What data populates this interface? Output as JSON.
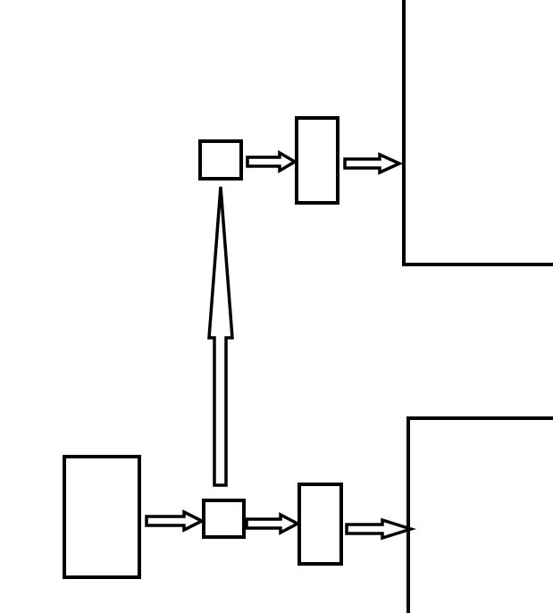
{
  "diagram": {
    "description_text": "",
    "colors": {
      "stroke": "#000000",
      "fill": "#ffffff"
    },
    "blocks": [
      {
        "id": "source-block"
      },
      {
        "id": "lower-junction-block"
      },
      {
        "id": "lower-middle-block"
      },
      {
        "id": "upper-junction-block"
      },
      {
        "id": "upper-middle-block"
      }
    ],
    "targets": [
      {
        "id": "upper-target-panel"
      },
      {
        "id": "lower-target-panel"
      }
    ],
    "connections": [
      {
        "from": "source-block",
        "to": "lower-junction-block"
      },
      {
        "from": "lower-junction-block",
        "to": "lower-middle-block"
      },
      {
        "from": "lower-middle-block",
        "to": "lower-target-panel"
      },
      {
        "from": "lower-junction-block",
        "to": "upper-junction-block"
      },
      {
        "from": "upper-junction-block",
        "to": "upper-middle-block"
      },
      {
        "from": "upper-middle-block",
        "to": "upper-target-panel"
      }
    ]
  }
}
